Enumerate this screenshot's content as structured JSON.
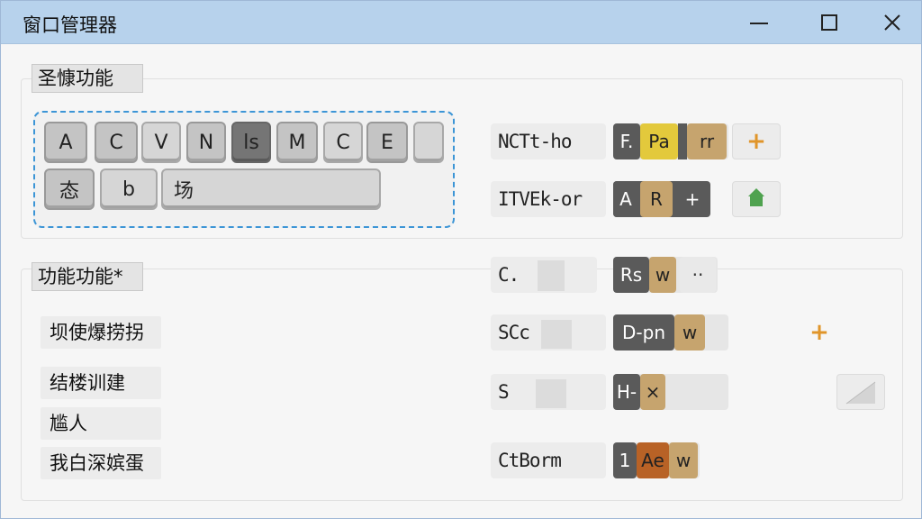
{
  "window": {
    "title": "窗口管理器"
  },
  "sections": {
    "keyboard": "圣慷功能",
    "function": "功能功能*"
  },
  "keyboard": {
    "row1": [
      "A",
      "C",
      "V",
      "N",
      "ls",
      "M",
      "C",
      "E",
      ""
    ],
    "row2": [
      "态",
      "b",
      "场"
    ]
  },
  "features": [
    "坝使爆捞拐",
    "结楼训建",
    "尴人",
    "我白深嫔蛋"
  ],
  "shortcuts": [
    {
      "label": "NCTt-ho",
      "chips": [
        "F.",
        "Pa",
        "rr"
      ],
      "action": "plus-icon"
    },
    {
      "label": "ITVEk-or",
      "chips": [
        "A",
        "R",
        "+"
      ],
      "action": "home-icon"
    },
    {
      "label": "C.",
      "chips": [
        "Rs",
        "w",
        "··"
      ],
      "action": ""
    },
    {
      "label": "SCc",
      "chips": [
        "D-pn",
        "w"
      ],
      "action": "plus-icon"
    },
    {
      "label": "S",
      "chips": [
        "H-",
        "×"
      ],
      "action": "fold-icon"
    },
    {
      "label": "CtBorm",
      "chips": [
        "1",
        "Ae",
        "w"
      ],
      "action": ""
    }
  ],
  "colors": {
    "titlebar": "#b7d2ec",
    "accent_dashed": "#3c95d6",
    "plus": "#e0952a",
    "home": "#4fa24f"
  }
}
